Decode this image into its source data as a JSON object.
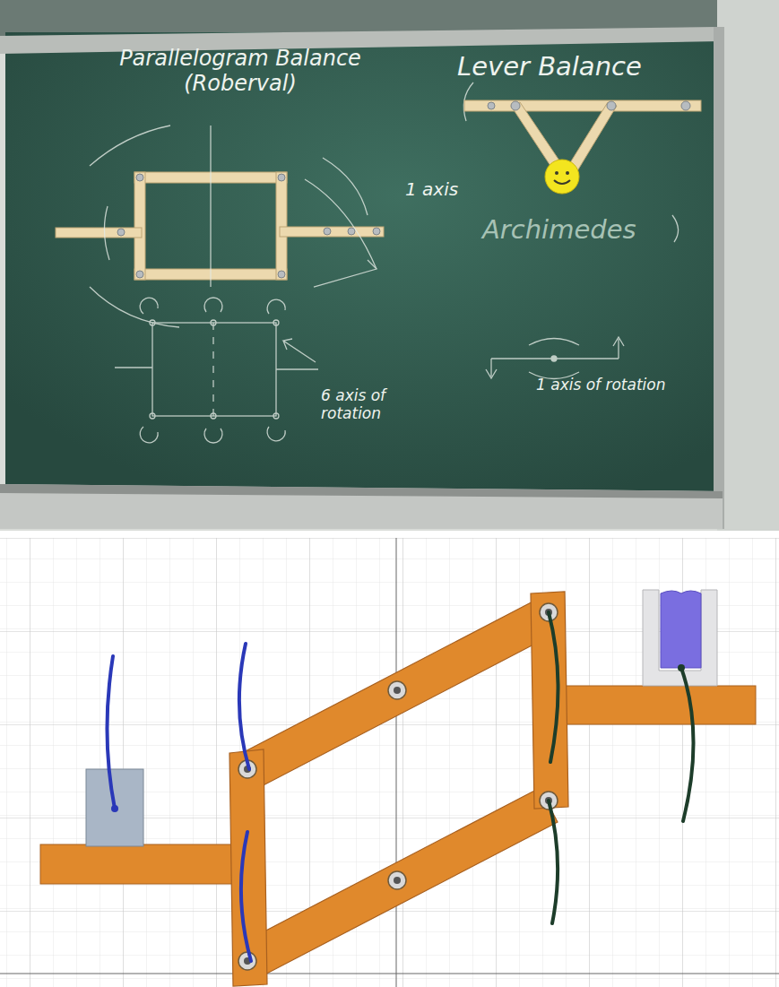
{
  "diagram": {
    "labels": [
      "Parallelogram Balance (Roberval)",
      "Lever Balance",
      "1 axis",
      "Archimedes",
      "6 axis of rotation",
      "1 axis of rotation"
    ]
  }
}
